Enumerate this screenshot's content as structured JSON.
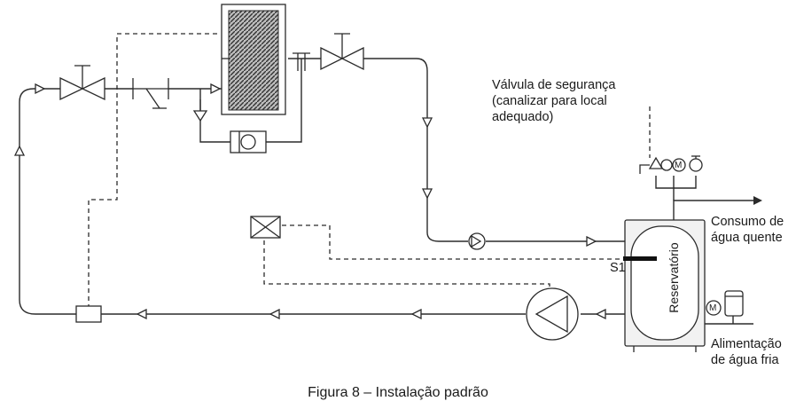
{
  "labels": {
    "valve_line1": "Válvula de segurança",
    "valve_line2": "(canalizar para local",
    "valve_line3": "adequado)",
    "consumption_line1": "Consumo de",
    "consumption_line2": "água quente",
    "supply_line1": "Alimentação",
    "supply_line2": "de água fria",
    "sensor": "S1",
    "tank": "Reservatório",
    "meter_symbol": "M"
  },
  "caption": "Figura 8 – Instalação padrão",
  "colors": {
    "line": "#2b2b2b",
    "tank_fill": "#f2f2f2",
    "pump_fill": "#ffffff"
  }
}
